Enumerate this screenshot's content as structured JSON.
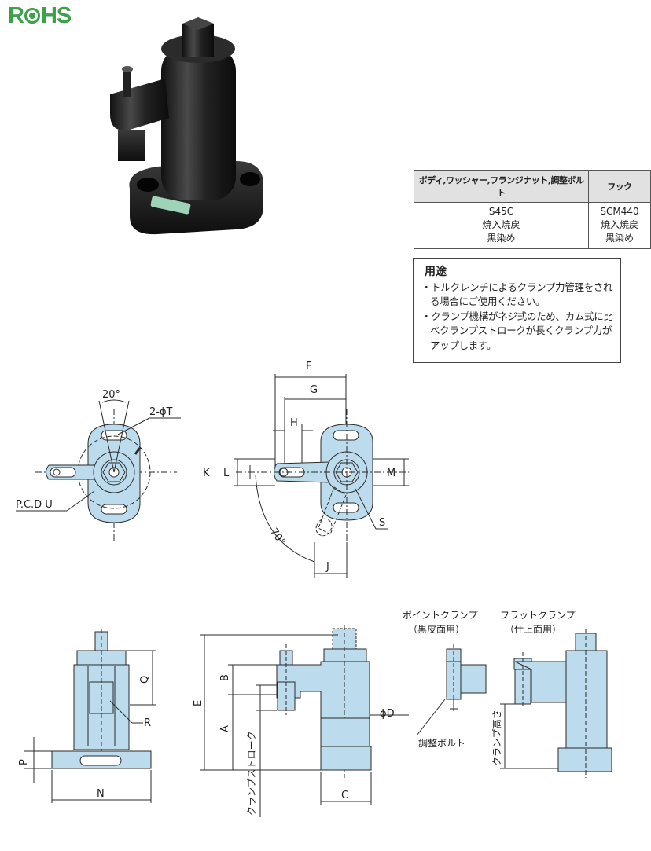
{
  "rohs_logo": "RoHS",
  "material_table": {
    "headers": [
      "ボディ,ワッシャー,フランジナット,調整ボルト",
      "フック"
    ],
    "rows": [
      [
        "S45C\n焼入焼戻\n黒染め",
        "SCM440\n焼入焼戻\n黒染め"
      ]
    ]
  },
  "usage": {
    "title": "用途",
    "items": [
      "・トルクレンチによるクランプ力管理をされる場合にご使用ください。",
      "・クランプ機構がネジ式のため、カム式に比べクランプストロークが長くクランプ力がアップします。"
    ]
  },
  "top_view_left": {
    "angle": "20°",
    "hole": "2-ϕT",
    "pcd": "P.C.D U"
  },
  "top_view_right": {
    "F": "F",
    "G": "G",
    "H": "H",
    "K": "K",
    "L": "L",
    "M": "M",
    "S": "S",
    "J": "J",
    "angle": "70°"
  },
  "side_view": {
    "Q": "Q",
    "R": "R",
    "P": "P",
    "N": "N"
  },
  "front_view": {
    "E": "E",
    "B": "B",
    "A": "A",
    "D": "ϕD",
    "C": "C",
    "stroke": "クランプストローク"
  },
  "clamp_types": {
    "point": "ポイントクランプ",
    "point_sub": "（黒皮面用）",
    "flat": "フラットクランプ",
    "flat_sub": "（仕上面用）",
    "bolt": "調整ボルト",
    "height": "クランプ高さ"
  },
  "colors": {
    "part_fill": "#bcdcee",
    "outline": "#2a2a2a",
    "rohs": "#3da14b"
  }
}
